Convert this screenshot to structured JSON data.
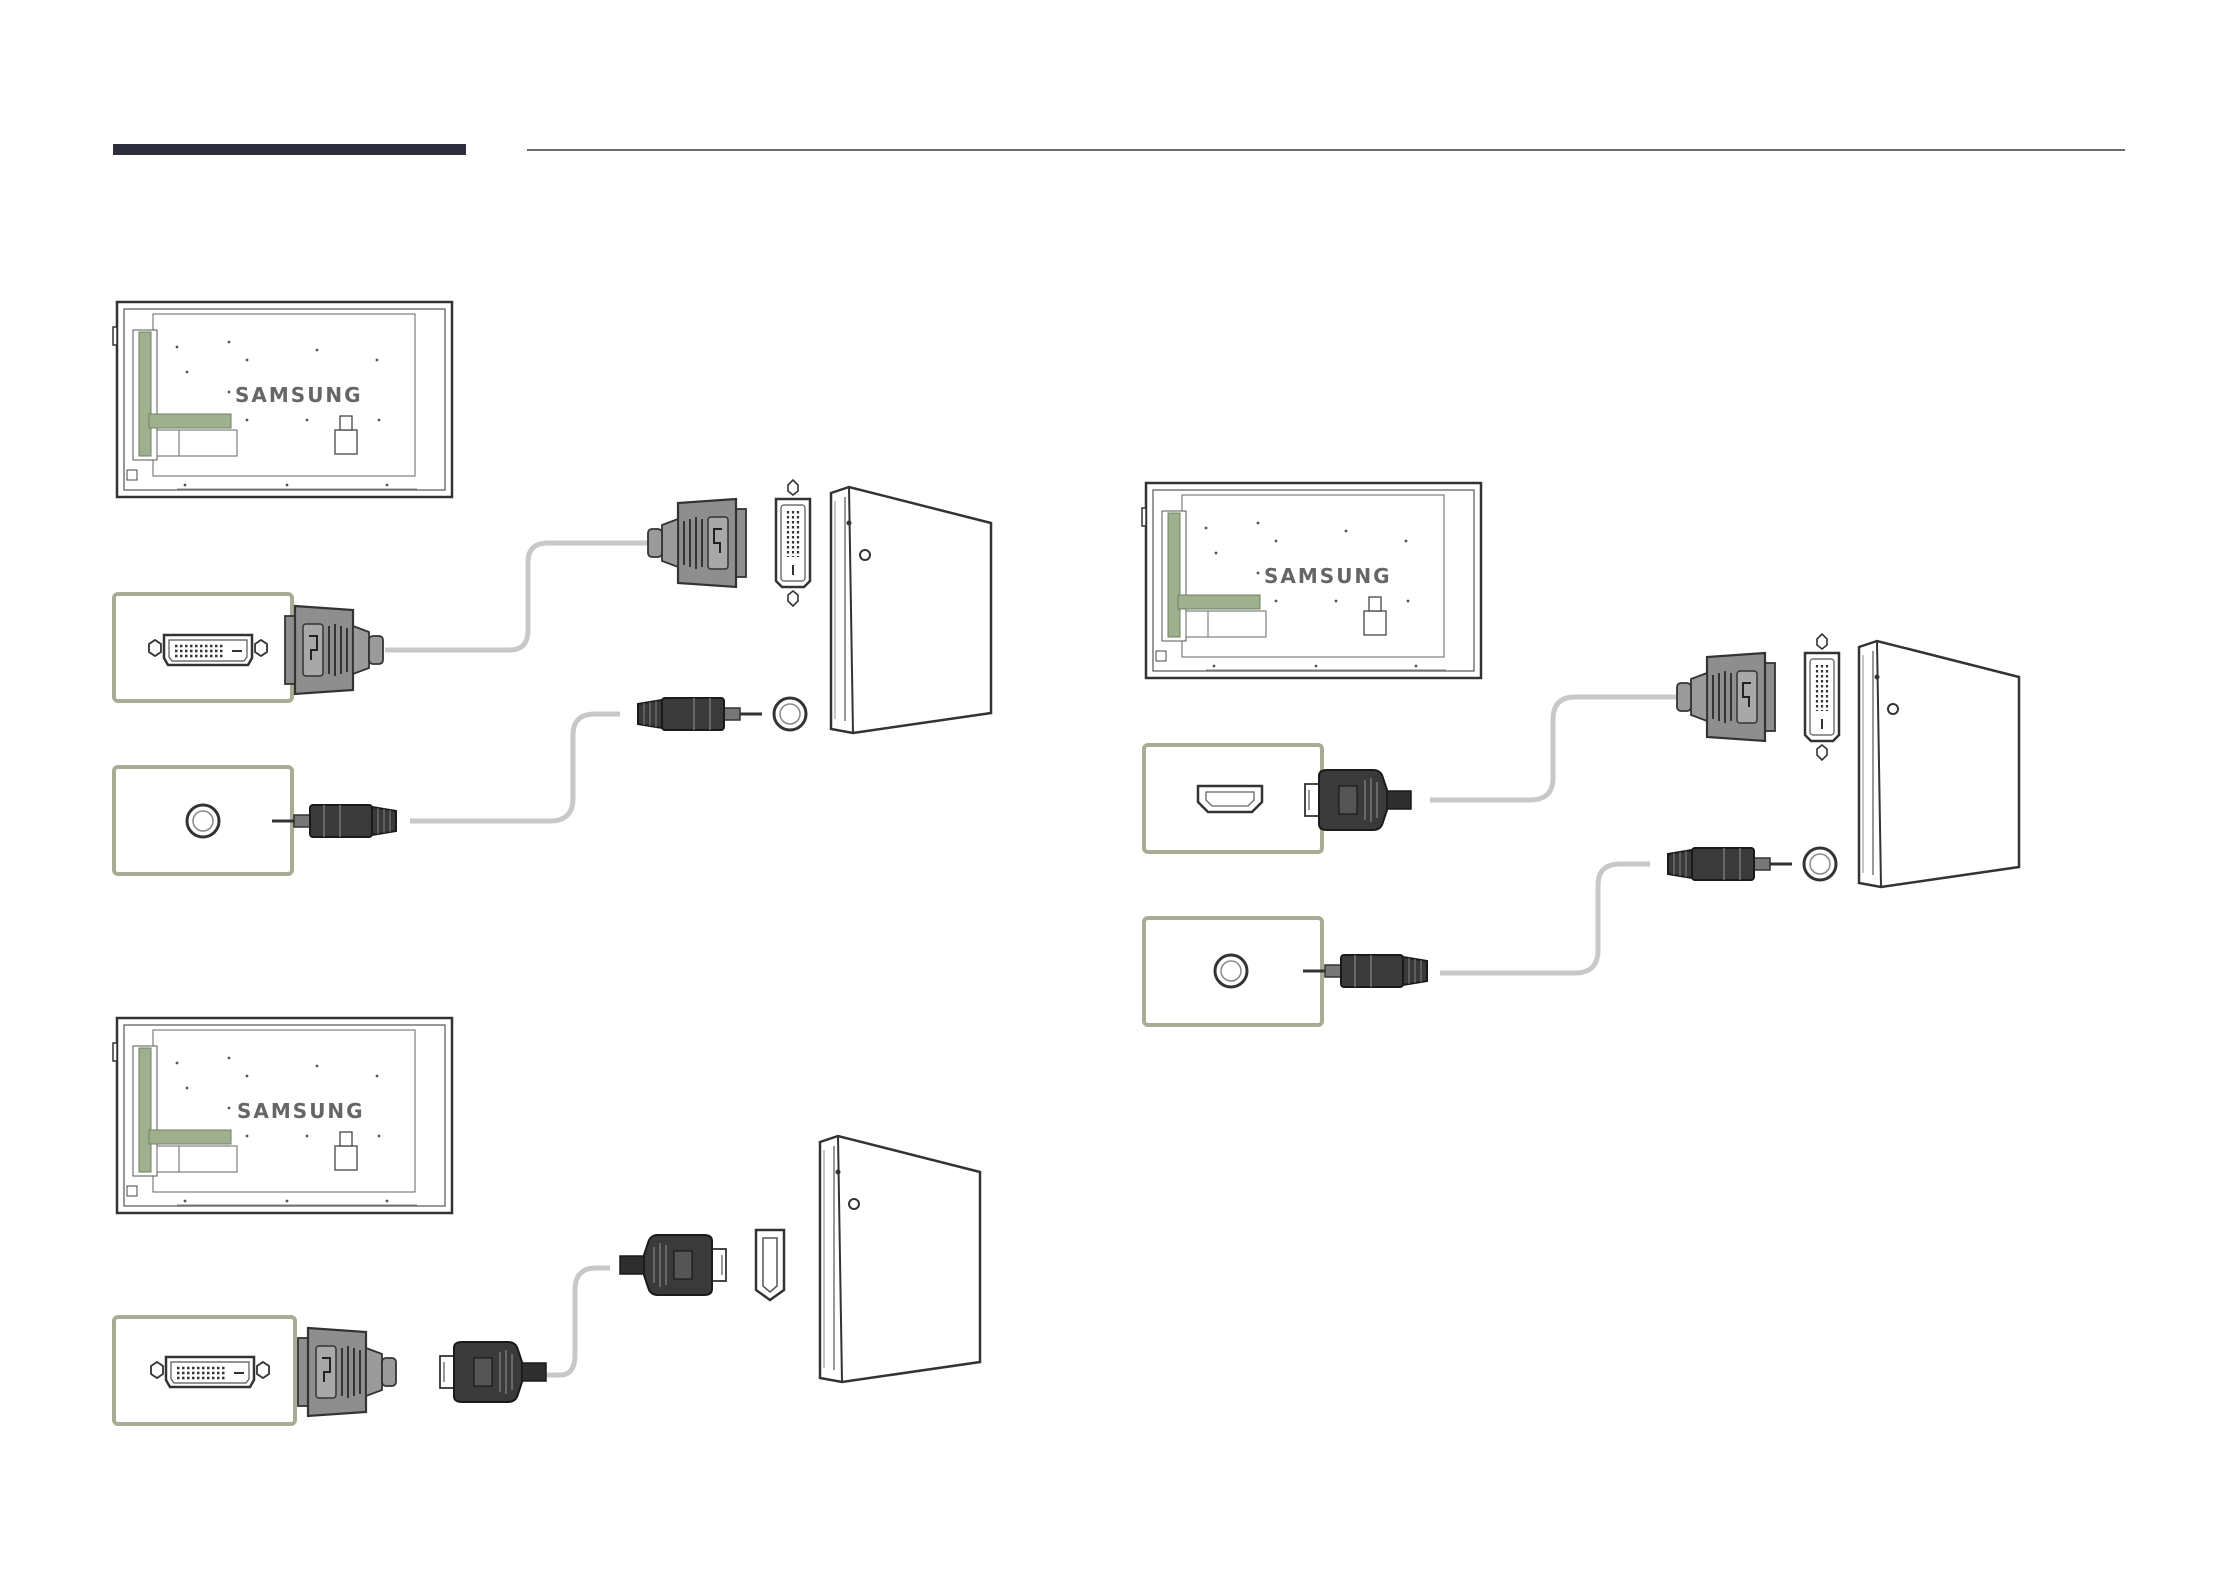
{
  "header": {
    "accent_color": "#2e2e3c",
    "rule_color": "#6b6b6b"
  },
  "brand": {
    "text": "SAMSUNG"
  },
  "colors": {
    "frame": "#a9ab94",
    "highlight": "#9fb08f",
    "cable": "#c8c8c8",
    "plug_dark": "#3a3a3a",
    "plug_grey": "#8e8e8e",
    "outline": "#333333"
  },
  "diagrams": [
    {
      "name": "dvi-to-dvi",
      "monitor_port": "dvi",
      "audio": true,
      "pc_port": "dvi"
    },
    {
      "name": "dvi-to-hdmi",
      "monitor_port": "dvi",
      "audio": false,
      "pc_port": "hdmi"
    },
    {
      "name": "hdmi-to-dvi",
      "monitor_port": "hdmi",
      "audio": true,
      "pc_port": "dvi"
    }
  ]
}
